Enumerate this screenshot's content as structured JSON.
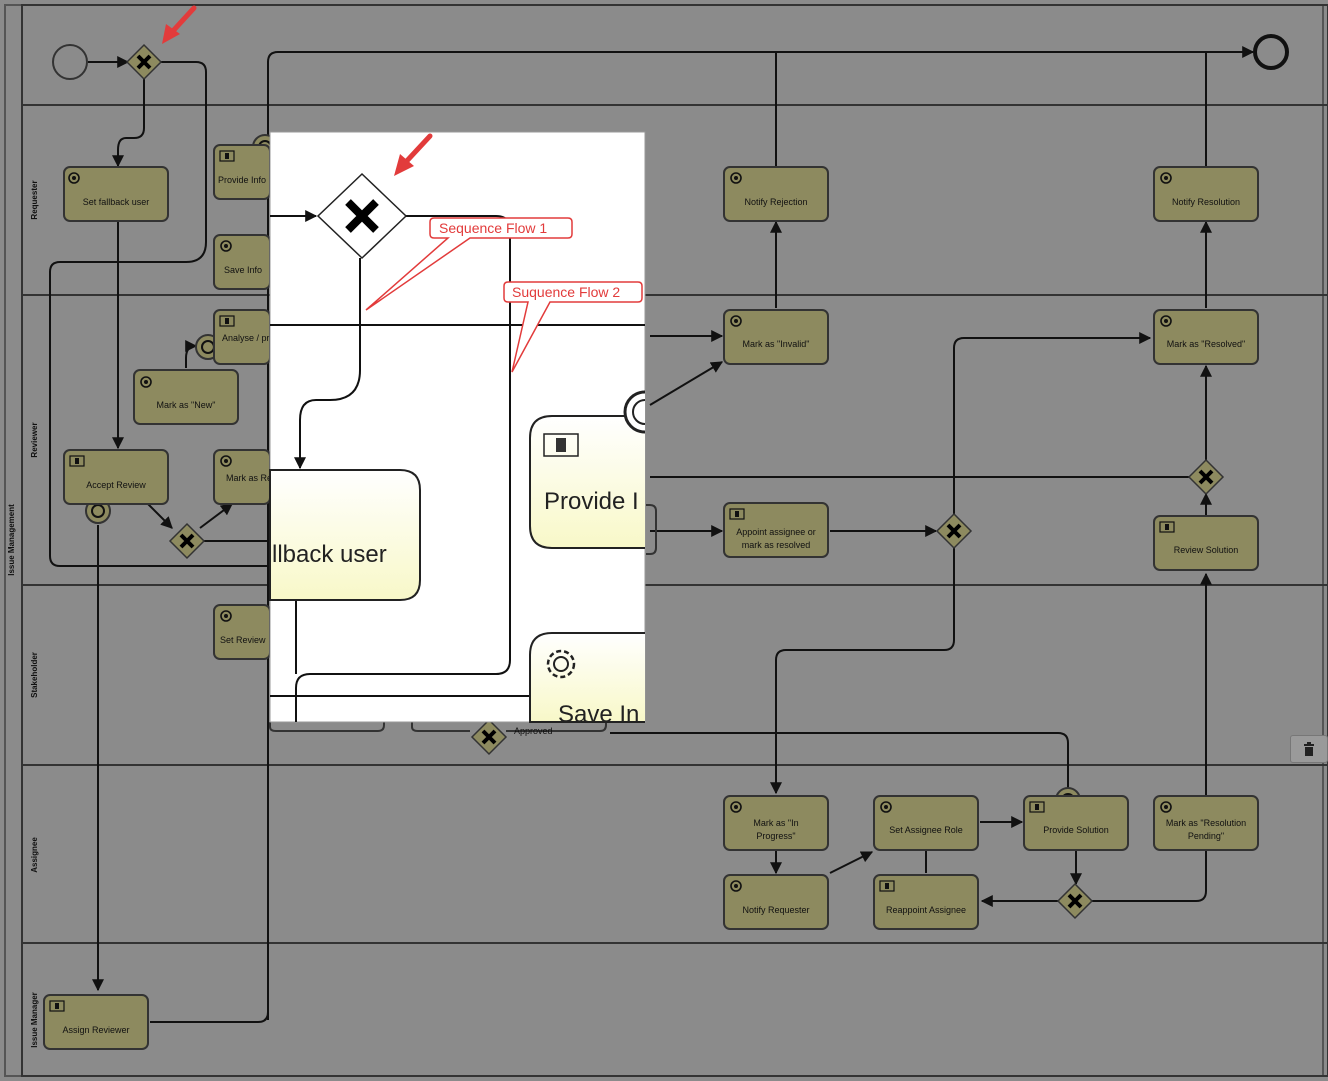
{
  "pool": {
    "title": "Issue Management"
  },
  "lanes": [
    "Requester",
    "Reviewer",
    "Stakeholder",
    "Assignee",
    "Issue Manager"
  ],
  "tasks": {
    "set_fallback": "Set fallback user",
    "provide_info": "Provide Info",
    "save_info": "Save Info",
    "analyse": "Analyse / propose",
    "mark_new": "Mark as \"New\"",
    "accept_review": "Accept Review",
    "mark_as_rev": "Mark as Review",
    "set_review": "Set Review",
    "notify_rejection": "Notify Rejection",
    "notify_resolution": "Notify Resolution",
    "mark_invalid": "Mark as \"Invalid\"",
    "mark_resolved": "Mark as \"Resolved\"",
    "appoint_1": "Appoint assignee or",
    "appoint_2": "mark as resolved",
    "review_solution": "Review Solution",
    "mark_inprogress_1": "Mark as \"In",
    "mark_inprogress_2": "Progress\"",
    "set_assignee_role": "Set Assignee Role",
    "provide_solution": "Provide Solution",
    "mark_pending_1": "Mark as \"Resolution",
    "mark_pending_2": "Pending\"",
    "notify_requester": "Notify Requester",
    "reappoint_assignee": "Reappoint Assignee",
    "assign_reviewer": "Assign Reviewer",
    "approved": "Approved"
  },
  "zoom": {
    "fallback_label": "llback user",
    "provide_label": "Provide I",
    "save_label": "Save In"
  },
  "callouts": {
    "flow1": "Sequence Flow 1",
    "flow2": "Suquence Flow 2"
  },
  "icons": {
    "gateway": "x-gateway-icon",
    "service": "gear-icon",
    "user": "user-task-icon",
    "pointer": "red-arrow-icon",
    "delete": "trash-icon"
  },
  "colors": {
    "background": "#8b8b8b",
    "task_fill": "#8d8a5f",
    "annotation_red": "#e23b3b",
    "zoom_task_fill": "#fbfbe0"
  }
}
